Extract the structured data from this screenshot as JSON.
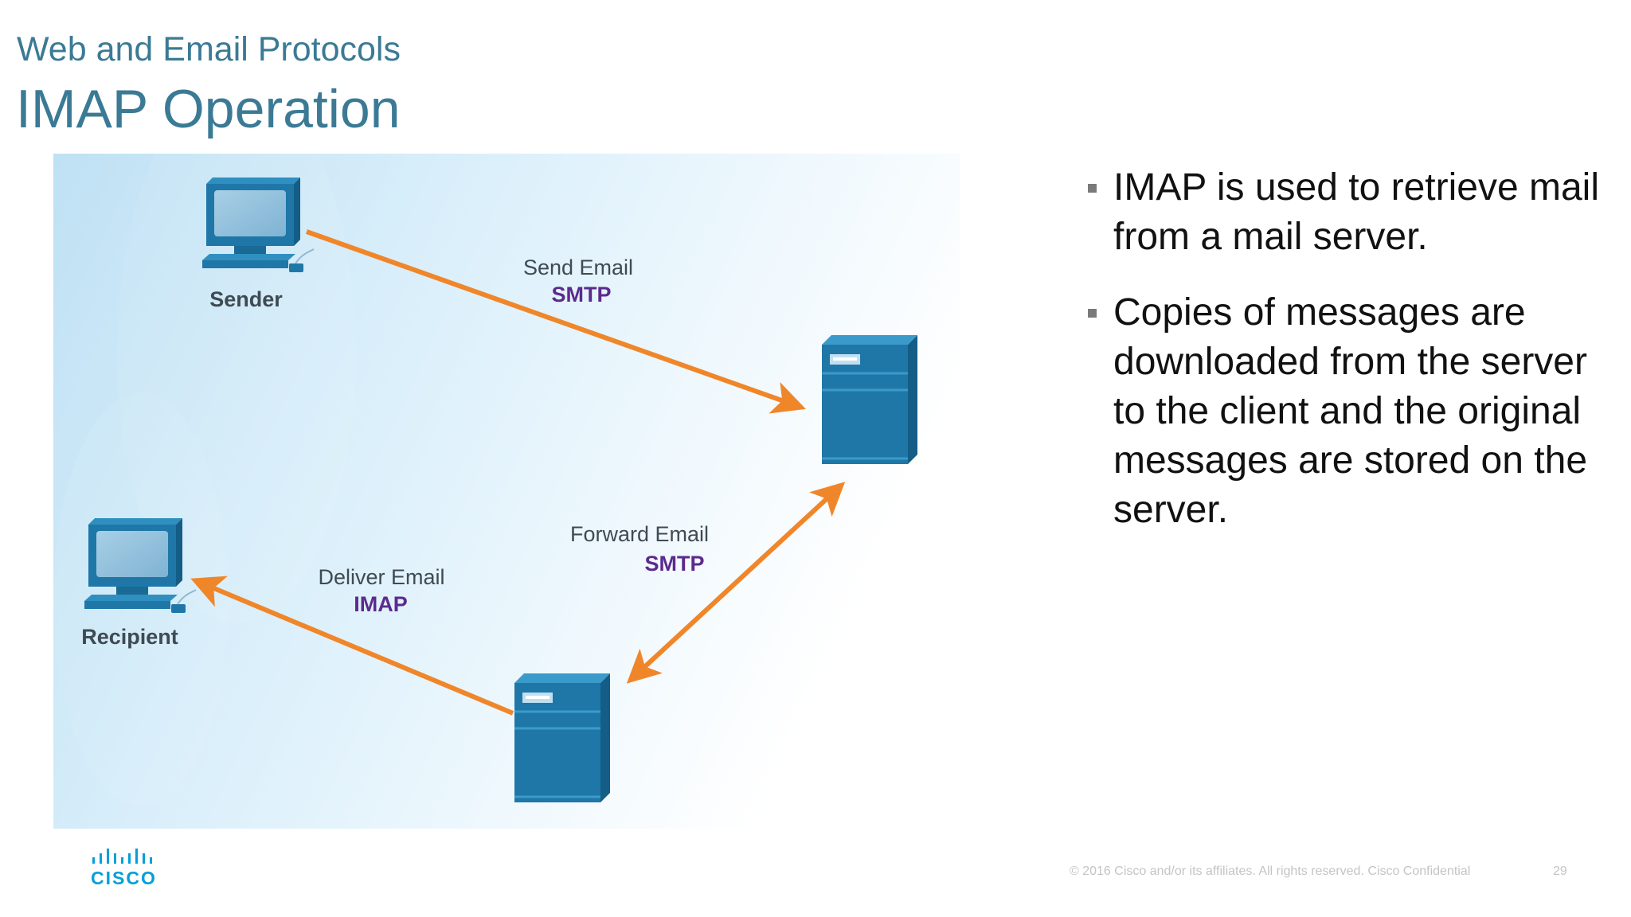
{
  "header": {
    "subtitle": "Web and Email Protocols",
    "title": "IMAP Operation"
  },
  "diagram": {
    "nodes": {
      "sender": "Sender",
      "recipient": "Recipient"
    },
    "edges": {
      "send": {
        "label": "Send Email",
        "protocol": "SMTP"
      },
      "forward": {
        "label": "Forward Email",
        "protocol": "SMTP"
      },
      "deliver": {
        "label": "Deliver Email",
        "protocol": "IMAP"
      }
    },
    "colors": {
      "arrow": "#f0862a",
      "device": "#1f77a8",
      "protocol": "#5c2a8c"
    }
  },
  "bullets": [
    "IMAP is used to retrieve mail from a mail server.",
    "Copies of messages are downloaded from the server to the client and the original messages are stored on the server."
  ],
  "footer": {
    "logo": "CISCO",
    "copyright": "© 2016  Cisco and/or its affiliates. All rights reserved.   Cisco Confidential",
    "page": "29"
  }
}
